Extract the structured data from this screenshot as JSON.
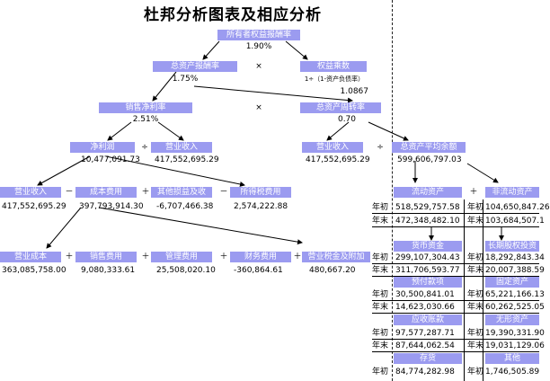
{
  "title": "杜邦分析图表及相应分析",
  "roe": {
    "label": "所有者权益报酬率",
    "value": "1.90%"
  },
  "roa": {
    "label": "总资产报酬率",
    "value": "1.75%"
  },
  "em": {
    "label": "权益乘数",
    "formula": "1÷（1-资产负债率）",
    "value": "1.0867"
  },
  "npm": {
    "label": "销售净利率",
    "value": "2.51%"
  },
  "tat": {
    "label": "总资产周转率",
    "value": "0.70"
  },
  "net_profit": {
    "label": "净利润",
    "value": "10,477,091.73"
  },
  "revenue_a": {
    "label": "营业收入",
    "value": "417,552,695.29"
  },
  "revenue_b": {
    "label": "营业收入",
    "value": "417,552,695.29"
  },
  "avg_assets": {
    "label": "总资产平均余额",
    "value": "599,606,797.03"
  },
  "revenue_c": {
    "label": "营业收入",
    "value": "417,552,695.29"
  },
  "cost_expense": {
    "label": "成本费用",
    "value": "397,793,914.30"
  },
  "other_gain": {
    "label": "其他损益及收",
    "value": "-6,707,466.38"
  },
  "income_tax": {
    "label": "所得税费用",
    "value": "2,574,222.88"
  },
  "op_cost": {
    "label": "营业成本",
    "value": "363,085,758.00"
  },
  "sales_exp": {
    "label": "销售费用",
    "value": "9,080,333.61"
  },
  "admin_exp": {
    "label": "管理费用",
    "value": "25,508,020.10"
  },
  "fin_exp": {
    "label": "财务费用",
    "value": "-360,864.61"
  },
  "tax_surcharge": {
    "label": "营业税金及附加",
    "value": "480,667.20"
  },
  "operators": {
    "multiply": "×",
    "divide": "÷",
    "minus": "－",
    "plus": "＋"
  },
  "row_labels": {
    "begin": "年初",
    "end": "年末"
  },
  "current_assets": {
    "header": "流动资产",
    "begin": "518,529,757.58",
    "end": "472,348,482.10",
    "items": [
      {
        "header": "货币资金",
        "begin": "299,107,304.43",
        "end": "311,706,593.77"
      },
      {
        "header": "预付款项",
        "begin": "30,500,841.01",
        "end": "14,623,030.66"
      },
      {
        "header": "应收账款",
        "begin": "97,577,287.71",
        "end": "87,644,062.54"
      },
      {
        "header": "存货",
        "begin": "84,774,282.98",
        "end": ""
      }
    ]
  },
  "noncurrent_assets": {
    "header": "非流动资产",
    "begin": "104,650,847.26",
    "end": "103,684,507.1",
    "items": [
      {
        "header": "长期股权投资",
        "begin": "18,292,843.34",
        "end": "20,007,388.59"
      },
      {
        "header": "固定资产",
        "begin": "65,221,166.13",
        "end": "60,262,525.05"
      },
      {
        "header": "无形资产",
        "begin": "19,390,331.90",
        "end": "19,031,129.06"
      },
      {
        "header": "其他",
        "begin": "1,746,505.89",
        "end": ""
      }
    ]
  }
}
